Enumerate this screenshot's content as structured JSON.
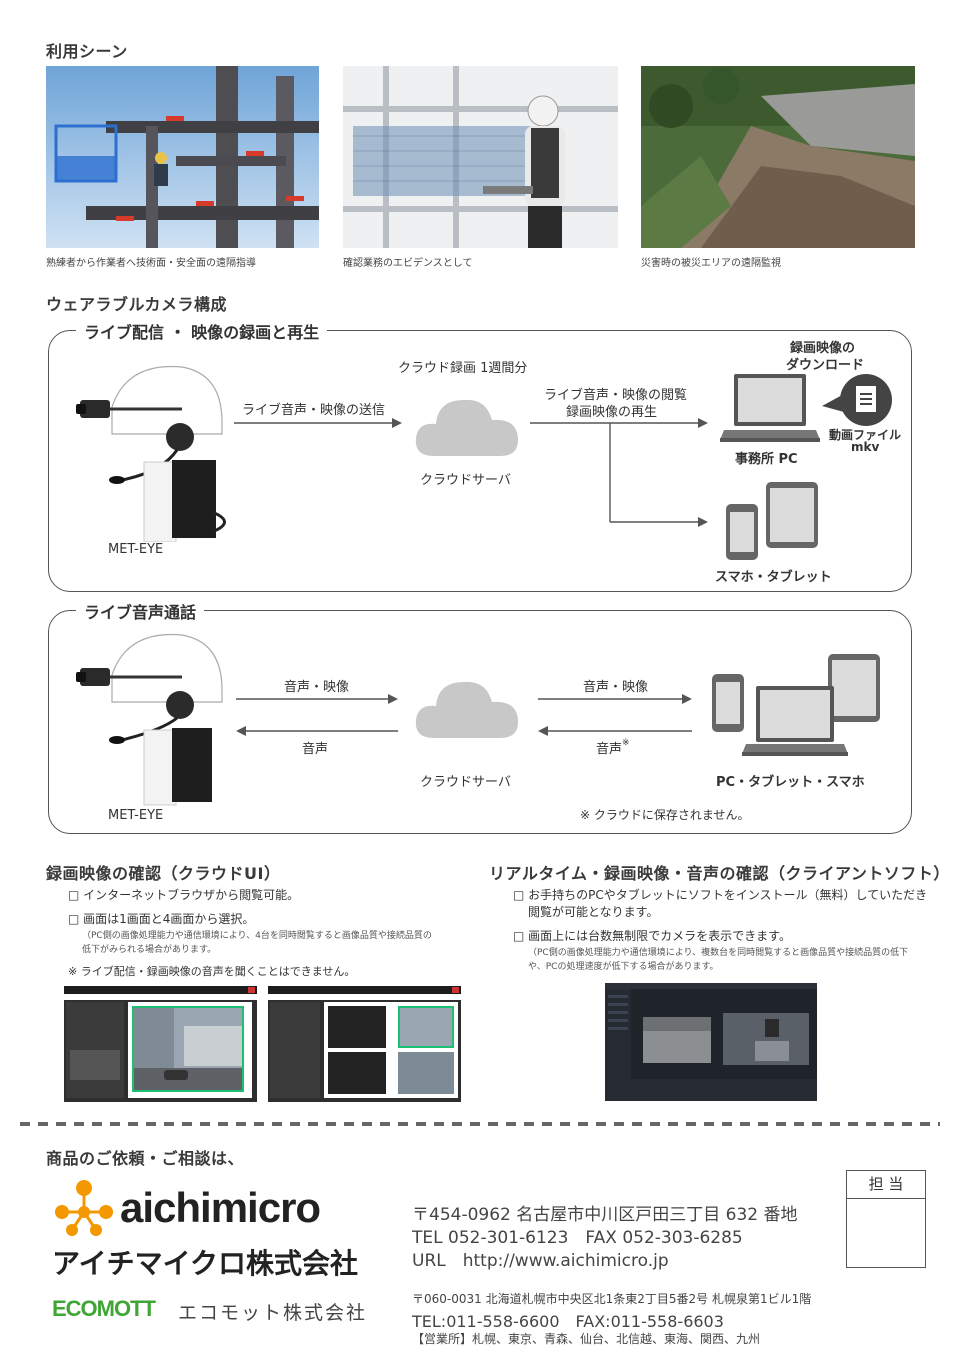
{
  "usage": {
    "heading": "利用シーン",
    "scenes": [
      {
        "caption": "熟練者から作業者へ技術面・安全面の遠隔指導"
      },
      {
        "caption": "確認業務のエビデンスとして"
      },
      {
        "caption": "災害時の被災エリアの遠隔監視"
      }
    ]
  },
  "config": {
    "heading": "ウェアラブルカメラ構成",
    "live": {
      "title": "ライブ配信 ・ 映像の録画と再生",
      "device": "MET-EYE",
      "send_label": "ライブ音声・映像の送信",
      "cloud_record": "クラウド録画 1週間分",
      "cloud_server": "クラウドサーバ",
      "view_label_1": "ライブ音声・映像の閲覧",
      "view_label_2": "録画映像の再生",
      "download_1": "録画映像の",
      "download_2": "ダウンロード",
      "file_1": "動画ファイル",
      "file_2": "mkv",
      "office_pc": "事務所 PC",
      "mobile": "スマホ・タブレット"
    },
    "talk": {
      "title": "ライブ音声通話",
      "device": "MET-EYE",
      "left_up": "音声・映像",
      "left_down": "音声",
      "right_up": "音声・映像",
      "right_down": "音声",
      "right_down_mark": "※",
      "cloud_server": "クラウドサーバ",
      "clients": "PC・タブレット・スマホ",
      "note": "※ クラウドに保存されません。"
    }
  },
  "cloud_ui": {
    "heading": "録画映像の確認（クラウドUI）",
    "b1": "□ インターネットブラウザから閲覧可能。",
    "b2": "□ 画面は1画面と4画面から選択。",
    "note1": "（PC側の画像処理能力や通信環境により、4台を同時閲覧すると画像品質や接続品質の",
    "note2": "低下がみられる場合があります。",
    "warn": "※ ライブ配信・録画映像の音声を聞くことはできません。"
  },
  "client_soft": {
    "heading": "リアルタイム・録画映像・音声の確認（クライアントソフト）",
    "b1a": "□ お手持ちのPCやタブレットにソフトをインストール（無料）していただき",
    "b1b": "閲覧が可能となります。",
    "b2": "□ 画面上には台数無制限でカメラを表示できます。",
    "note1": "（PC側の画像処理能力や通信環境により、複数台を同時閲覧すると画像品質や接続品質の低下",
    "note2": "や、PCの処理速度が低下する場合があります。"
  },
  "contact": {
    "heading": "商品のご依頼・ご相談は、",
    "logo_text": "aichimicro",
    "company_jp": "アイチマイクロ株式会社",
    "eco_logo": "ECOMOTT",
    "eco_jp": "エコモット株式会社",
    "tantou": "担 当",
    "aichi_addr": "〒454-0962  名古屋市中川区戸田三丁目 632 番地",
    "aichi_tel": "TEL 052-301-6123　FAX 052-303-6285",
    "aichi_url": "URL　http://www.aichimicro.jp",
    "eco_addr": "〒060-0031 北海道札幌市中央区北1条東2丁目5番2号 札幌泉第1ビル1階",
    "eco_tel": "TEL:011-558-6600　FAX:011-558-6603",
    "eco_offices": "【営業所】札幌、東京、青森、仙台、北信越、東海、関西、九州"
  },
  "colors": {
    "accent_orange": "#f39800",
    "eco_green": "#3fa535",
    "text": "#333333"
  }
}
